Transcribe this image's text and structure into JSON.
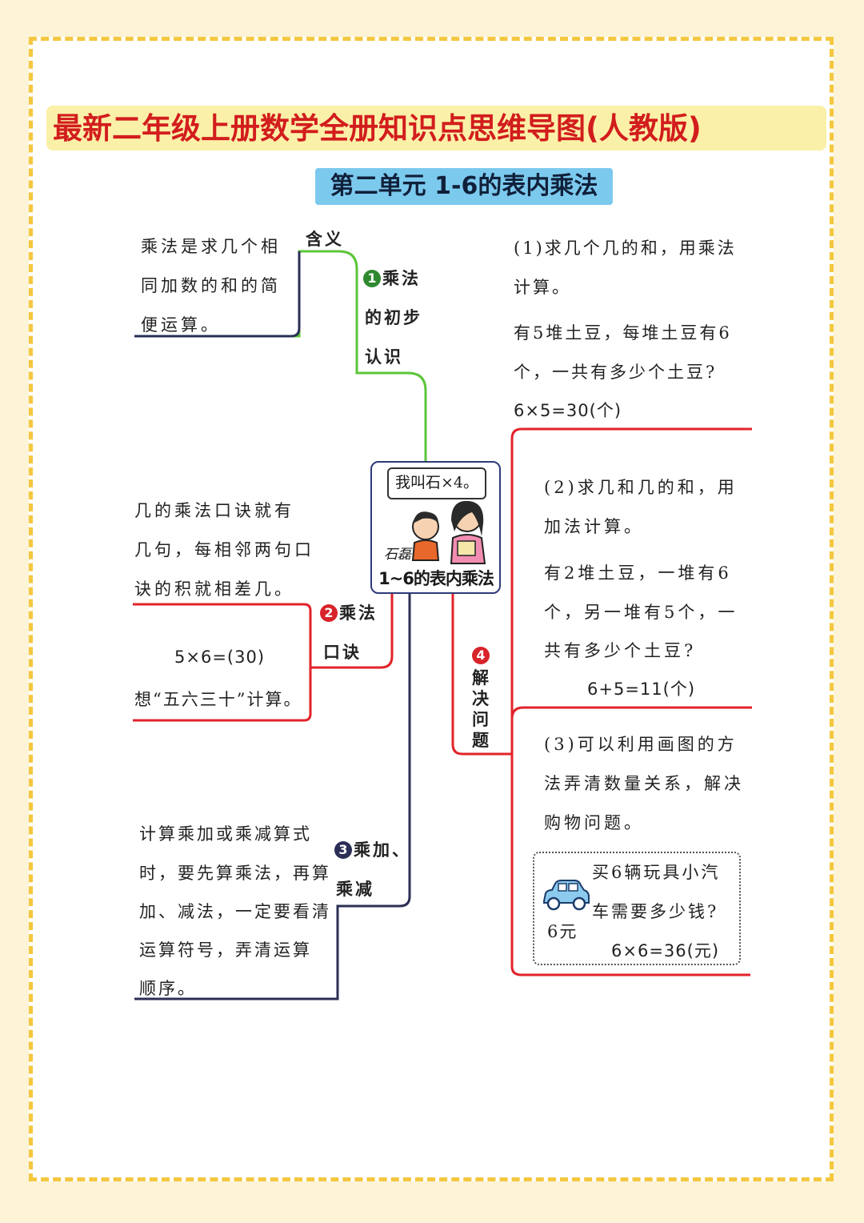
{
  "title": "最新二年级上册数学全册知识点思维导图(人教版)",
  "subtitle": "第二单元 1-6的表内乘法",
  "center": {
    "bubble": "我叫石×4。",
    "kid_name": "石磊",
    "title": "1~6的表内乘法"
  },
  "branch1": {
    "number": "1",
    "label": [
      "乘法",
      "的初步",
      "认识"
    ],
    "sub_label": "含义",
    "text": [
      "乘法是求几个相",
      "同加数的和的简",
      "便运算。"
    ]
  },
  "branch2": {
    "number": "2",
    "label": [
      "乘法",
      "口诀"
    ],
    "text": [
      "几的乘法口诀就有",
      "几句，每相邻两句口",
      "诀的积就相差几。"
    ],
    "example": [
      "5×6=(30)",
      "想“五六三十”计算。"
    ]
  },
  "branch3": {
    "number": "3",
    "label": [
      "乘加、",
      "乘减"
    ],
    "text": [
      "计算乘加或乘减算式",
      "时，要先算乘法，再算",
      "加、减法，一定要看清",
      "运算符号，弄清运算",
      "顺序。"
    ]
  },
  "branch4": {
    "number": "4",
    "label": [
      "解",
      "决",
      "问",
      "题"
    ],
    "item1": [
      "(1)求几个几的和，用乘法",
      "计算。",
      "有5堆土豆，每堆土豆有6",
      "个，一共有多少个土豆?",
      "6×5=30(个)"
    ],
    "item2": [
      "(2)求几和几的和，用",
      "加法计算。",
      "有2堆土豆，一堆有6",
      "个，另一堆有5个，一",
      "共有多少个土豆?",
      "6+5=11(个)"
    ],
    "item3": [
      "(3)可以利用画图的方",
      "法弄清数量关系，解决",
      "购物问题。"
    ],
    "car_problem": [
      "买6辆玩具小汽",
      "车需要多少钱?"
    ],
    "car_price": "6元",
    "car_answer": "6×6=36(元)"
  },
  "colors": {
    "green": "#5cc53a",
    "red": "#e2232a",
    "dark": "#2b2f55",
    "title_red": "#d21d1d",
    "dashed_border": "#f4c73f"
  }
}
